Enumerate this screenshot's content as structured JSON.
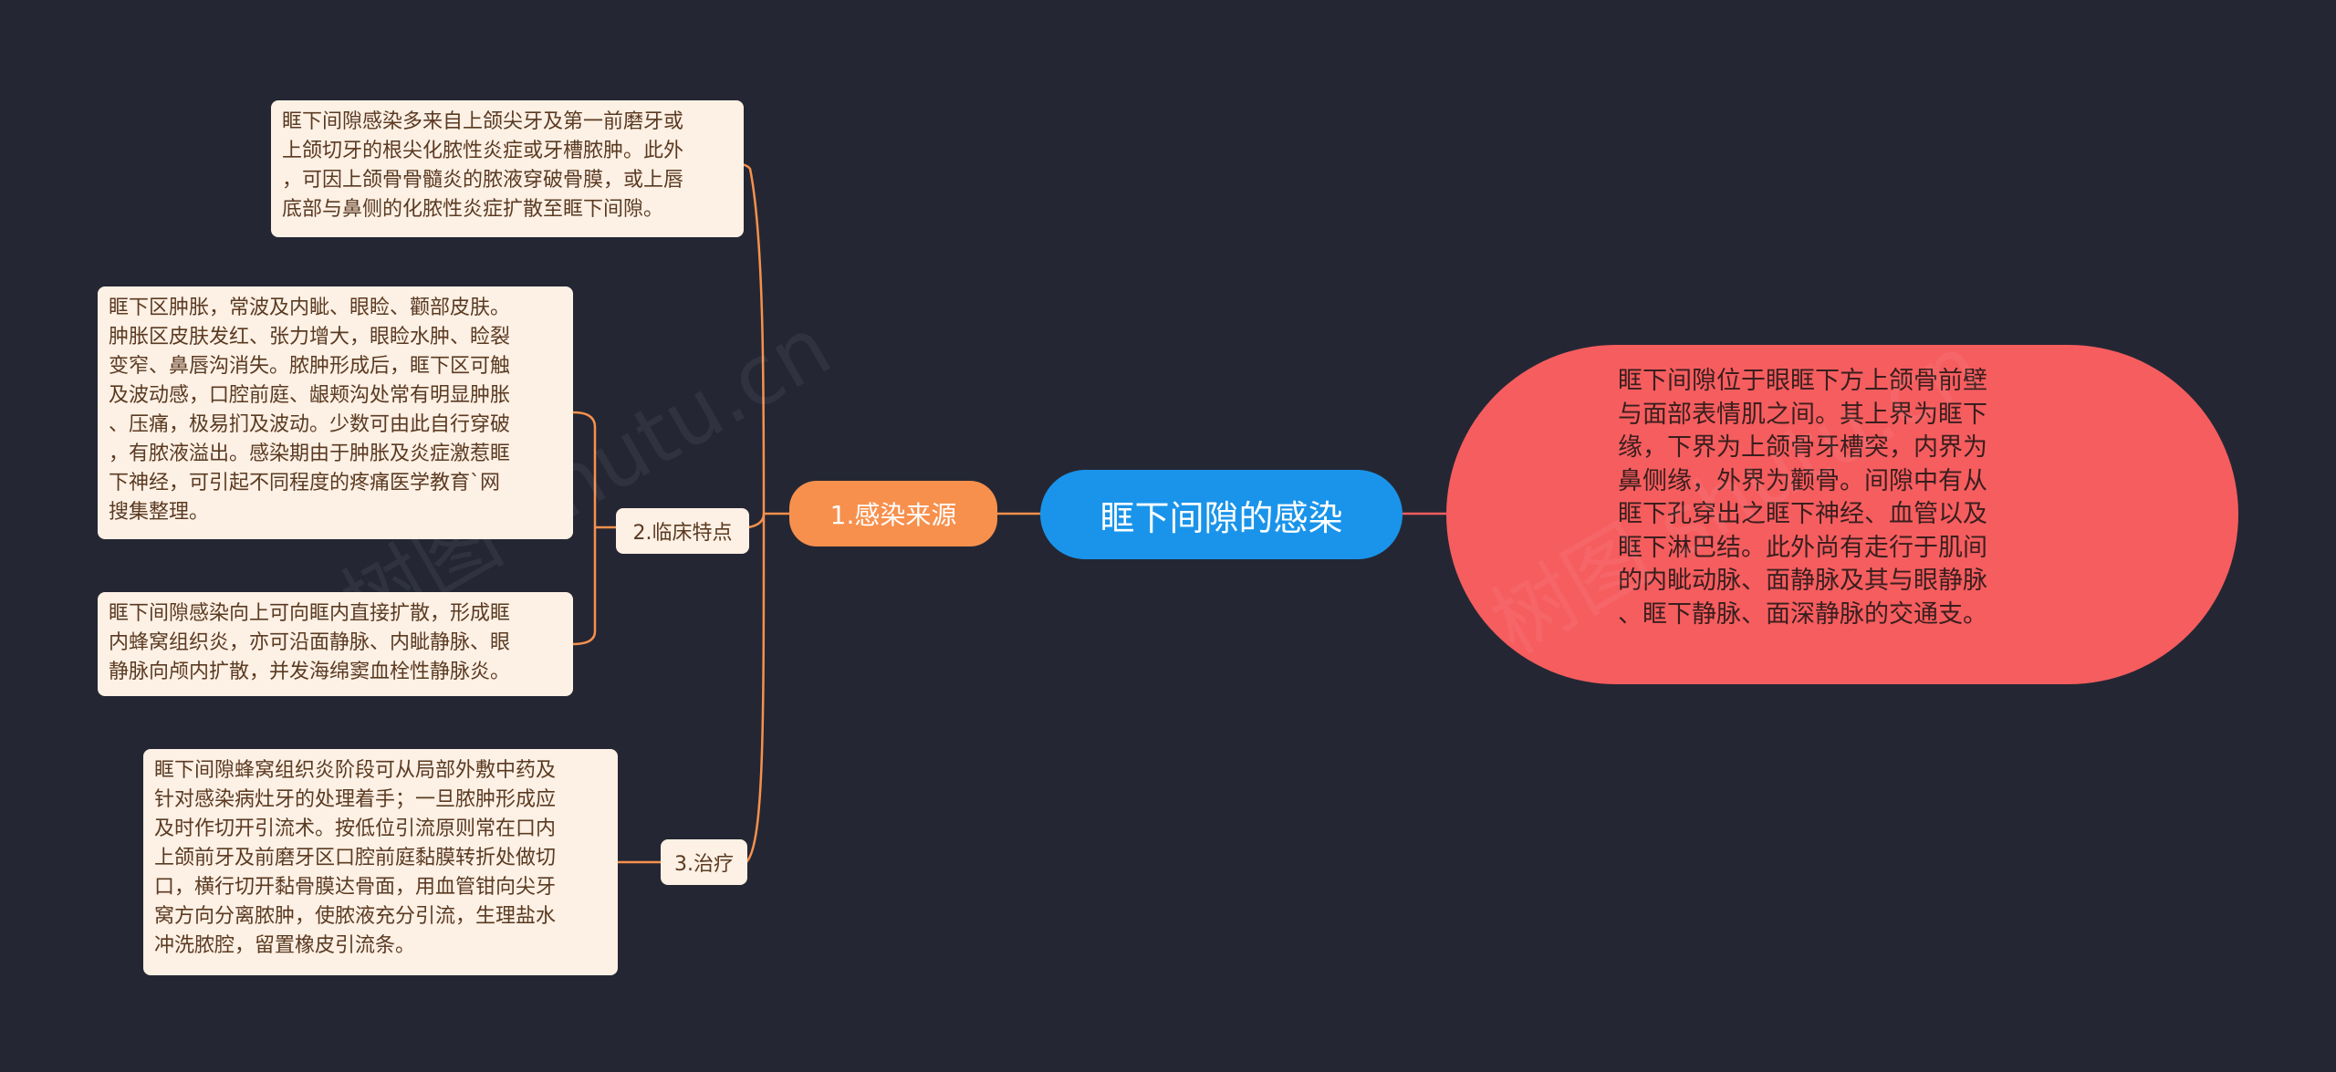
{
  "root": {
    "label": "眶下间隙的感染"
  },
  "description": {
    "text": "眶下间隙位于眼眶下方上颌骨前壁\n与面部表情肌之间。其上界为眶下\n缘，下界为上颌骨牙槽突，内界为\n鼻侧缘，外界为颧骨。间隙中有从\n眶下孔穿出之眶下神经、血管以及\n眶下淋巴结。此外尚有走行于肌间\n的内眦动脉、面静脉及其与眼静脉\n、眶下静脉、面深静脉的交通支。"
  },
  "branch": {
    "label": "1.感染来源"
  },
  "source_leaf": {
    "text": "眶下间隙感染多来自上颌尖牙及第一前磨牙或\n上颌切牙的根尖化脓性炎症或牙槽脓肿。此外\n，可因上颌骨骨髓炎的脓液穿破骨膜，或上唇\n底部与鼻侧的化脓性炎症扩散至眶下间隙。"
  },
  "clinical": {
    "label": "2.临床特点",
    "leaf1": "眶下区肿胀，常波及内眦、眼睑、颧部皮肤。\n肿胀区皮肤发红、张力增大，眼睑水肿、睑裂\n变窄、鼻唇沟消失。脓肿形成后，眶下区可触\n及波动感，口腔前庭、龈颊沟处常有明显肿胀\n、压痛，极易扪及波动。少数可由此自行穿破\n，有脓液溢出。感染期由于肿胀及炎症激惹眶\n下神经，可引起不同程度的疼痛医学教育`网\n搜集整理。",
    "leaf2": "眶下间隙感染向上可向眶内直接扩散，形成眶\n内蜂窝组织炎，亦可沿面静脉、内眦静脉、眼\n静脉向颅内扩散，并发海绵窦血栓性静脉炎。"
  },
  "treatment": {
    "label": "3.治疗",
    "leaf": "眶下间隙蜂窝组织炎阶段可从局部外敷中药及\n针对感染病灶牙的处理着手；一旦脓肿形成应\n及时作切开引流术。按低位引流原则常在口内\n上颌前牙及前磨牙区口腔前庭黏膜转折处做切\n口，横行切开黏骨膜达骨面，用血管钳向尖牙\n窝方向分离脓肿，使脓液充分引流，生理盐水\n冲洗脓腔，留置橡皮引流条。"
  },
  "colors": {
    "background": "#242733",
    "root": "#1a94ea",
    "branch": "#f7904d",
    "description": "#f65d5f",
    "leaf": "#fdf0e4",
    "connector": "#f7904d"
  }
}
